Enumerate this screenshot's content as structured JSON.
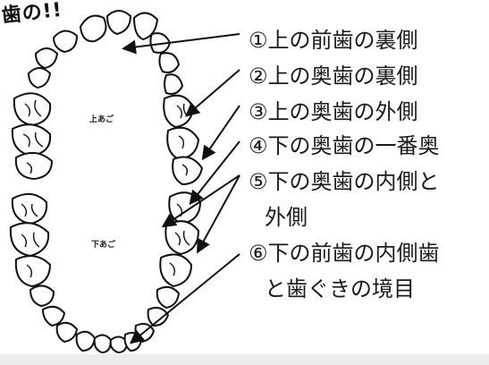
{
  "header_fragment": "歯の!!",
  "jaw_labels": {
    "upper": "上あご",
    "lower": "下あご"
  },
  "labels": [
    {
      "id": 1,
      "text": "①上の前歯の裏側"
    },
    {
      "id": 2,
      "text": "②上の奥歯の裏側"
    },
    {
      "id": 3,
      "text": "③上の奥歯の外側"
    },
    {
      "id": 4,
      "text": "④下の奥歯の一番奥"
    },
    {
      "id": 5,
      "text": "⑤下の奥歯の内側と"
    },
    {
      "id": 6,
      "text": "外側"
    },
    {
      "id": 7,
      "text": "⑥下の前歯の内側歯"
    },
    {
      "id": 8,
      "text": "と歯ぐきの境目"
    }
  ],
  "colors": {
    "line": "#111111",
    "tooth_fill": "#ffffff",
    "text": "#1a1a1a"
  }
}
